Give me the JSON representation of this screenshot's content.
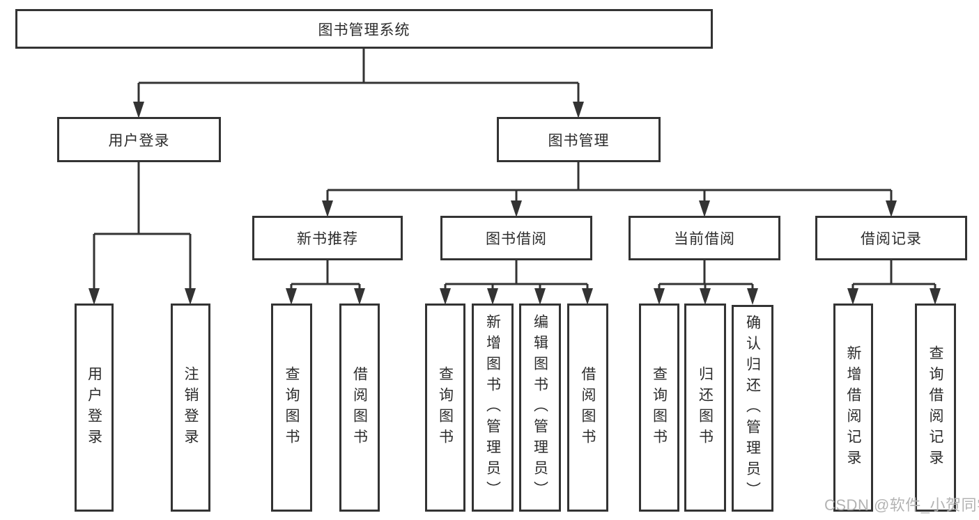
{
  "tree": {
    "root": {
      "label": "图书管理系统"
    },
    "branches": [
      {
        "label": "用户登录",
        "children": [
          {
            "label": "用户登录"
          },
          {
            "label": "注销登录"
          }
        ]
      },
      {
        "label": "图书管理",
        "children": [
          {
            "label": "新书推荐",
            "children": [
              {
                "label": "查询图书"
              },
              {
                "label": "借阅图书"
              }
            ]
          },
          {
            "label": "图书借阅",
            "children": [
              {
                "label": "查询图书"
              },
              {
                "label": "新增图书（管理员）"
              },
              {
                "label": "编辑图书（管理员）"
              },
              {
                "label": "借阅图书"
              }
            ]
          },
          {
            "label": "当前借阅",
            "children": [
              {
                "label": "查询图书"
              },
              {
                "label": "归还图书"
              },
              {
                "label": "确认归还（管理员）"
              }
            ]
          },
          {
            "label": "借阅记录",
            "children": [
              {
                "label": "新增借阅记录"
              },
              {
                "label": "查询借阅记录"
              }
            ]
          }
        ]
      }
    ]
  },
  "watermark": {
    "text": "CSDN @软件_小贺同学"
  },
  "colors": {
    "line": "#333333",
    "text": "#2c2c2c",
    "watermark": "#b3b3b3",
    "bg": "#ffffff"
  }
}
